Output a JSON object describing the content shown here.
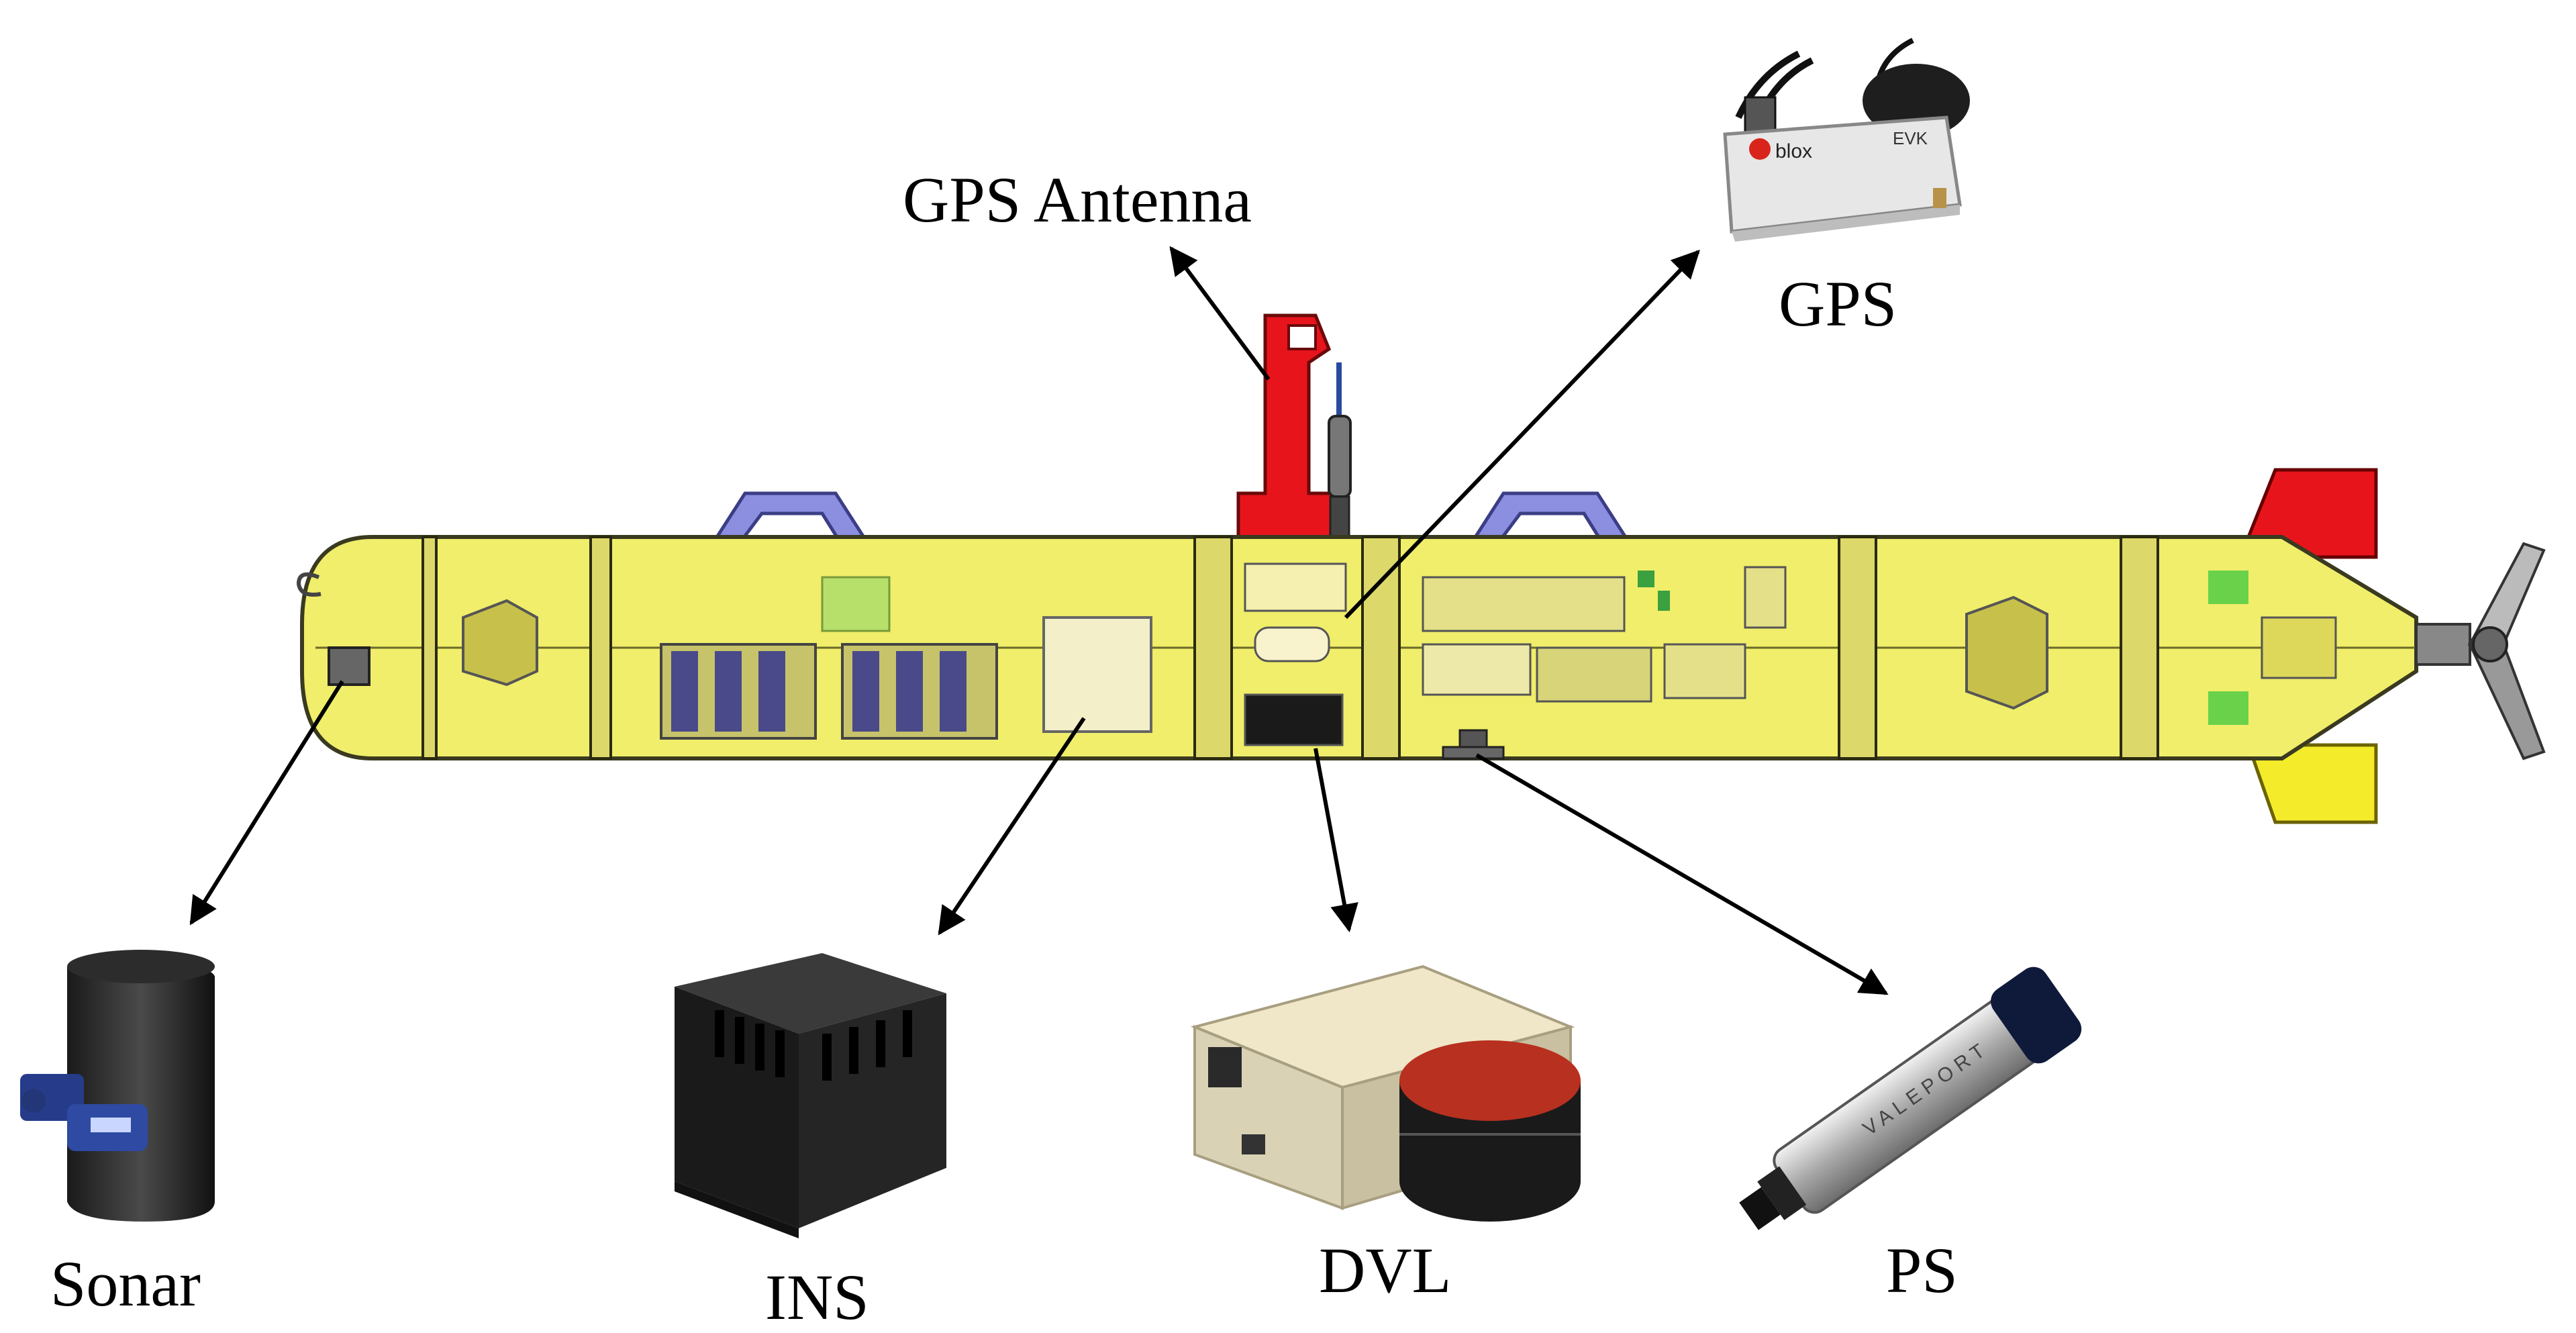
{
  "labels": {
    "gps_antenna": "GPS Antenna",
    "gps": "GPS",
    "sonar": "Sonar",
    "ins": "INS",
    "dvl": "DVL",
    "ps": "PS"
  },
  "gps_device": {
    "brand": "blox",
    "model": "EVK"
  },
  "pressure_sensor": {
    "brand": "VALEPORT"
  },
  "colors": {
    "hull": "#f0ee6a",
    "hull_edge": "#3a3a20",
    "mast": "#e8141c",
    "handle": "#8c8fe0",
    "fin_top": "#e8141c",
    "fin_bottom": "#f4ec2a",
    "dvl_body": "#d9d2b5",
    "dvl_top": "#b8301f"
  }
}
